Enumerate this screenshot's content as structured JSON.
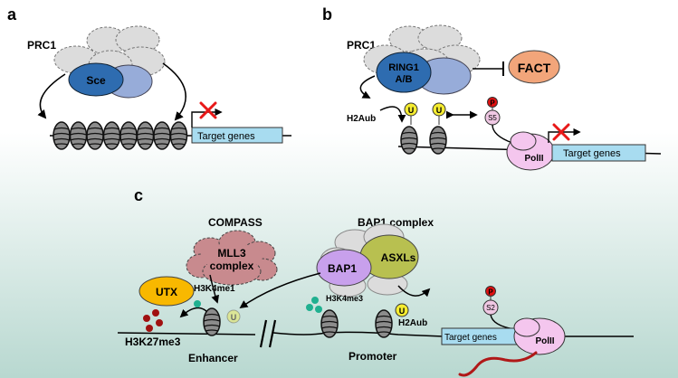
{
  "panels": {
    "a": {
      "letter": "a",
      "complex": "PRC1",
      "subunit": "Sce",
      "gene_box": "Target genes"
    },
    "b": {
      "letter": "b",
      "complex": "PRC1",
      "subunit_line1": "RING1",
      "subunit_line2": "A/B",
      "inhibited": "FACT",
      "mark_label": "H2Aub",
      "ub_symbol": "U",
      "phospho_symbol": "P",
      "serine_site": "S5",
      "polymerase": "PolII",
      "gene_box": "Target genes"
    },
    "c": {
      "letter": "c",
      "compass_title": "COMPASS",
      "mll_line1": "MLL3",
      "mll_line2": "complex",
      "bap1_title": "BAP1 complex",
      "bap1": "BAP1",
      "asxls": "ASXLs",
      "utx": "UTX",
      "mark_h3k4me1": "H3K4me1",
      "mark_h3k4me3": "H3K4me3",
      "mark_h2aub": "H2Aub",
      "mark_h3k27me3": "H3K27me3",
      "enhancer": "Enhancer",
      "promoter": "Promoter",
      "ub_symbol": "U",
      "phospho_symbol": "P",
      "serine_site": "S2",
      "polymerase": "PolII",
      "gene_box": "Target genes"
    }
  },
  "colors": {
    "bg_top": "#ffffff",
    "bg_bottom": "#b8d8d0",
    "sce_blue": "#2e6cb0",
    "light_blue": "#97acd9",
    "grey_subunit": "#dcdcdc",
    "fact_orange": "#f2a57a",
    "gene_box": "#a8dcf0",
    "ub_yellow": "#f5ec30",
    "phospho_red": "#e01010",
    "serine_pink": "#f0c8e4",
    "polII_pink": "#f4c6ee",
    "bap1_purple": "#c8a0ec",
    "asxl_olive": "#b8c050",
    "utx_orange": "#f8b800",
    "mll_mauve": "#c88a8e",
    "methyl_teal": "#20b090",
    "methyl_darkred": "#a01010",
    "rna_red": "#b01818",
    "cross_red": "#e81818"
  }
}
